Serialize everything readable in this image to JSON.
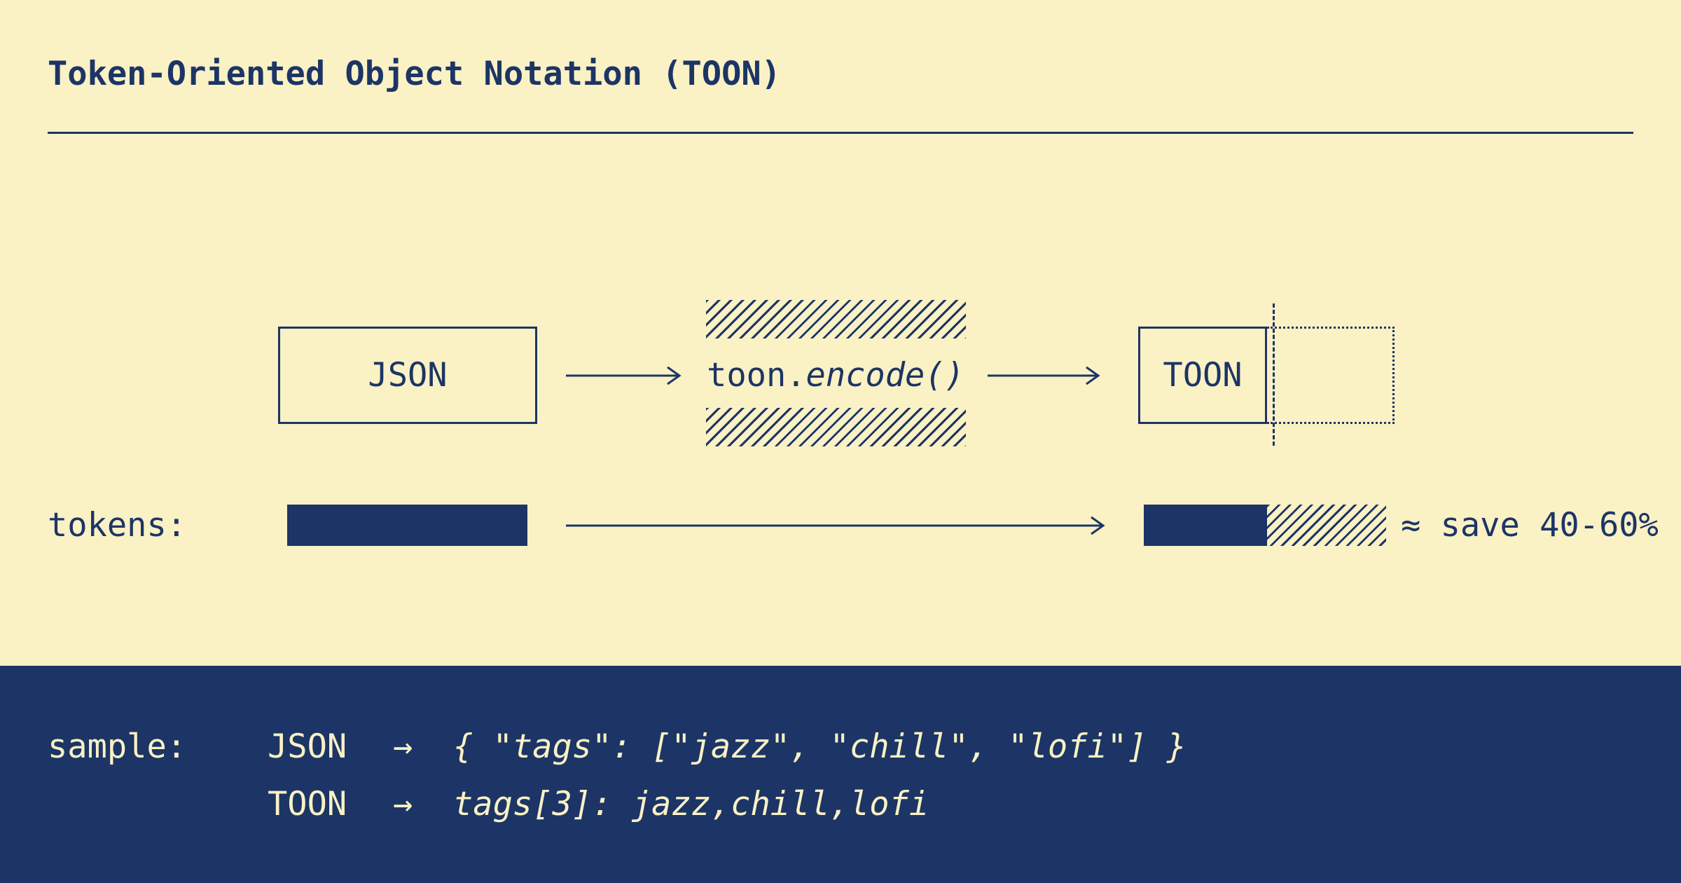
{
  "colors": {
    "cream": "#FAF1C4",
    "navy": "#1C3566"
  },
  "header": {
    "title": "Token-Oriented Object Notation (TOON)"
  },
  "flow": {
    "json_label": "JSON",
    "encode_prefix": "toon.",
    "encode_call": "encode()",
    "toon_label": "TOON"
  },
  "tokens": {
    "label": "tokens:",
    "savings": "≈ save 40-60%"
  },
  "sample": {
    "label": "sample:",
    "rows": [
      {
        "format": "JSON",
        "arrow": "→",
        "code": "{ \"tags\": [\"jazz\", \"chill\", \"lofi\"] }"
      },
      {
        "format": "TOON",
        "arrow": "→",
        "code": "tags[3]: jazz,chill,lofi"
      }
    ]
  }
}
